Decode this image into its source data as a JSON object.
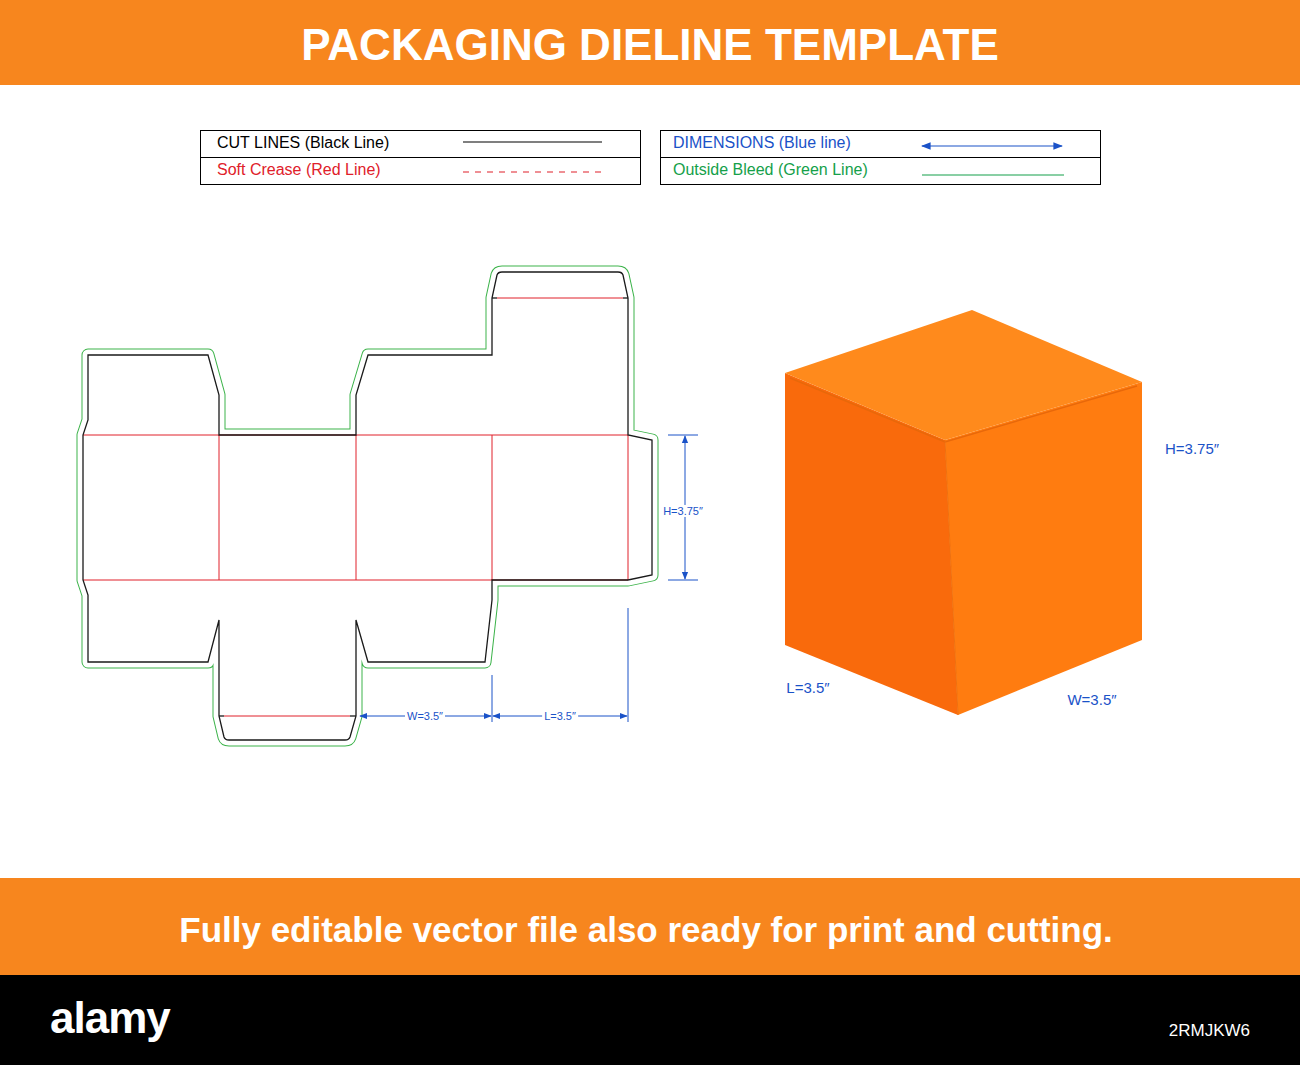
{
  "diagram": {
    "title": "PACKAGING DIELINE TEMPLATE",
    "caption": "Fully editable vector file also ready for print and cutting.",
    "labels": [
      "H=3.75″",
      "W=3.5″",
      "L=3.5″",
      "H=3.75″",
      "L=3.5″",
      "W=3.5″",
      "alamy",
      "2RMJKW6"
    ],
    "legend": [
      {
        "text": "CUT LINES (Black Line)"
      },
      {
        "text": "Soft Crease (Red Line)"
      },
      {
        "text": "DIMENSIONS (Blue line)"
      },
      {
        "text": "Outside Bleed (Green Line)"
      }
    ]
  }
}
